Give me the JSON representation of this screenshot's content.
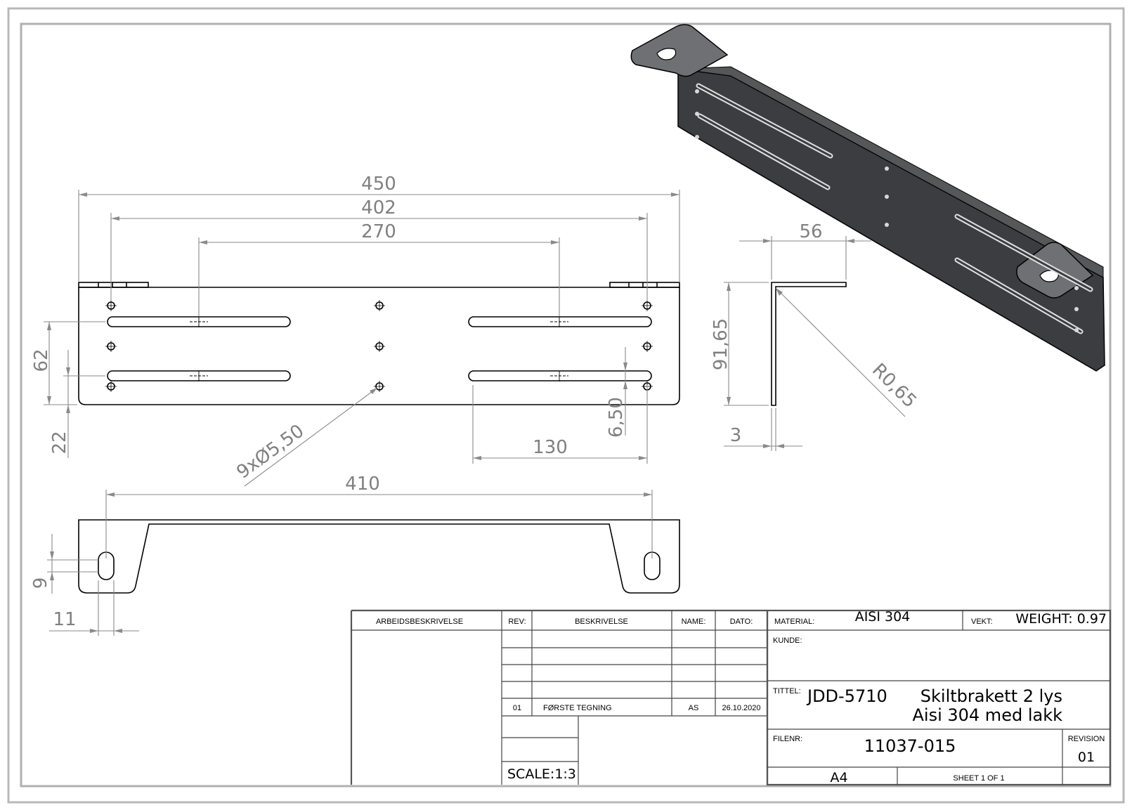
{
  "drawing": {
    "front_view_dims": {
      "overall_length": "450",
      "hole_span": "402",
      "slot_center_span": "270",
      "height": "62",
      "slot_offset": "22",
      "holes_callout": "9xØ5,50",
      "slot_width": "6,50",
      "slot_length": "130"
    },
    "top_view_dims": {
      "hole_center_span": "410",
      "slot_length": "9",
      "slot_width": "11"
    },
    "side_view_dims": {
      "flange_width": "56",
      "height": "91,65",
      "radius": "R0,65",
      "thickness": "3"
    }
  },
  "title_block": {
    "labels": {
      "work_description": "ARBEIDSBESKRIVELSE",
      "rev": "REV:",
      "description": "BESKRIVELSE",
      "name": "NAME:",
      "date": "DATO:",
      "material": "MATERIAL:",
      "weight_label": "VEKT:",
      "customer": "KUNDE:",
      "title": "TITTEL:",
      "file_no": "FILENR:",
      "revision": "REVISION",
      "sheet": "SHEET 1 OF 1"
    },
    "values": {
      "material": "AISI 304",
      "weight": "WEIGHT: 0.97",
      "title_code": "JDD-5710",
      "title_line1": "Skiltbrakett 2 lys",
      "title_line2": "Aisi 304 med lakk",
      "file_no": "11037-015",
      "revision": "01",
      "scale": "SCALE:1:3",
      "paper_size": "A4"
    },
    "revision_rows": [
      {
        "rev": "",
        "description": "",
        "name": "",
        "date": ""
      },
      {
        "rev": "",
        "description": "",
        "name": "",
        "date": ""
      },
      {
        "rev": "",
        "description": "",
        "name": "",
        "date": ""
      },
      {
        "rev": "",
        "description": "",
        "name": "",
        "date": ""
      },
      {
        "rev": "01",
        "description": "FØRSTE TEGNING",
        "name": "AS",
        "date": "26.10.2020"
      }
    ]
  },
  "colors": {
    "outline": "#000000",
    "dimension": "#808080",
    "frame": "#b0b0b0",
    "part_fill": "#3b3d40"
  }
}
